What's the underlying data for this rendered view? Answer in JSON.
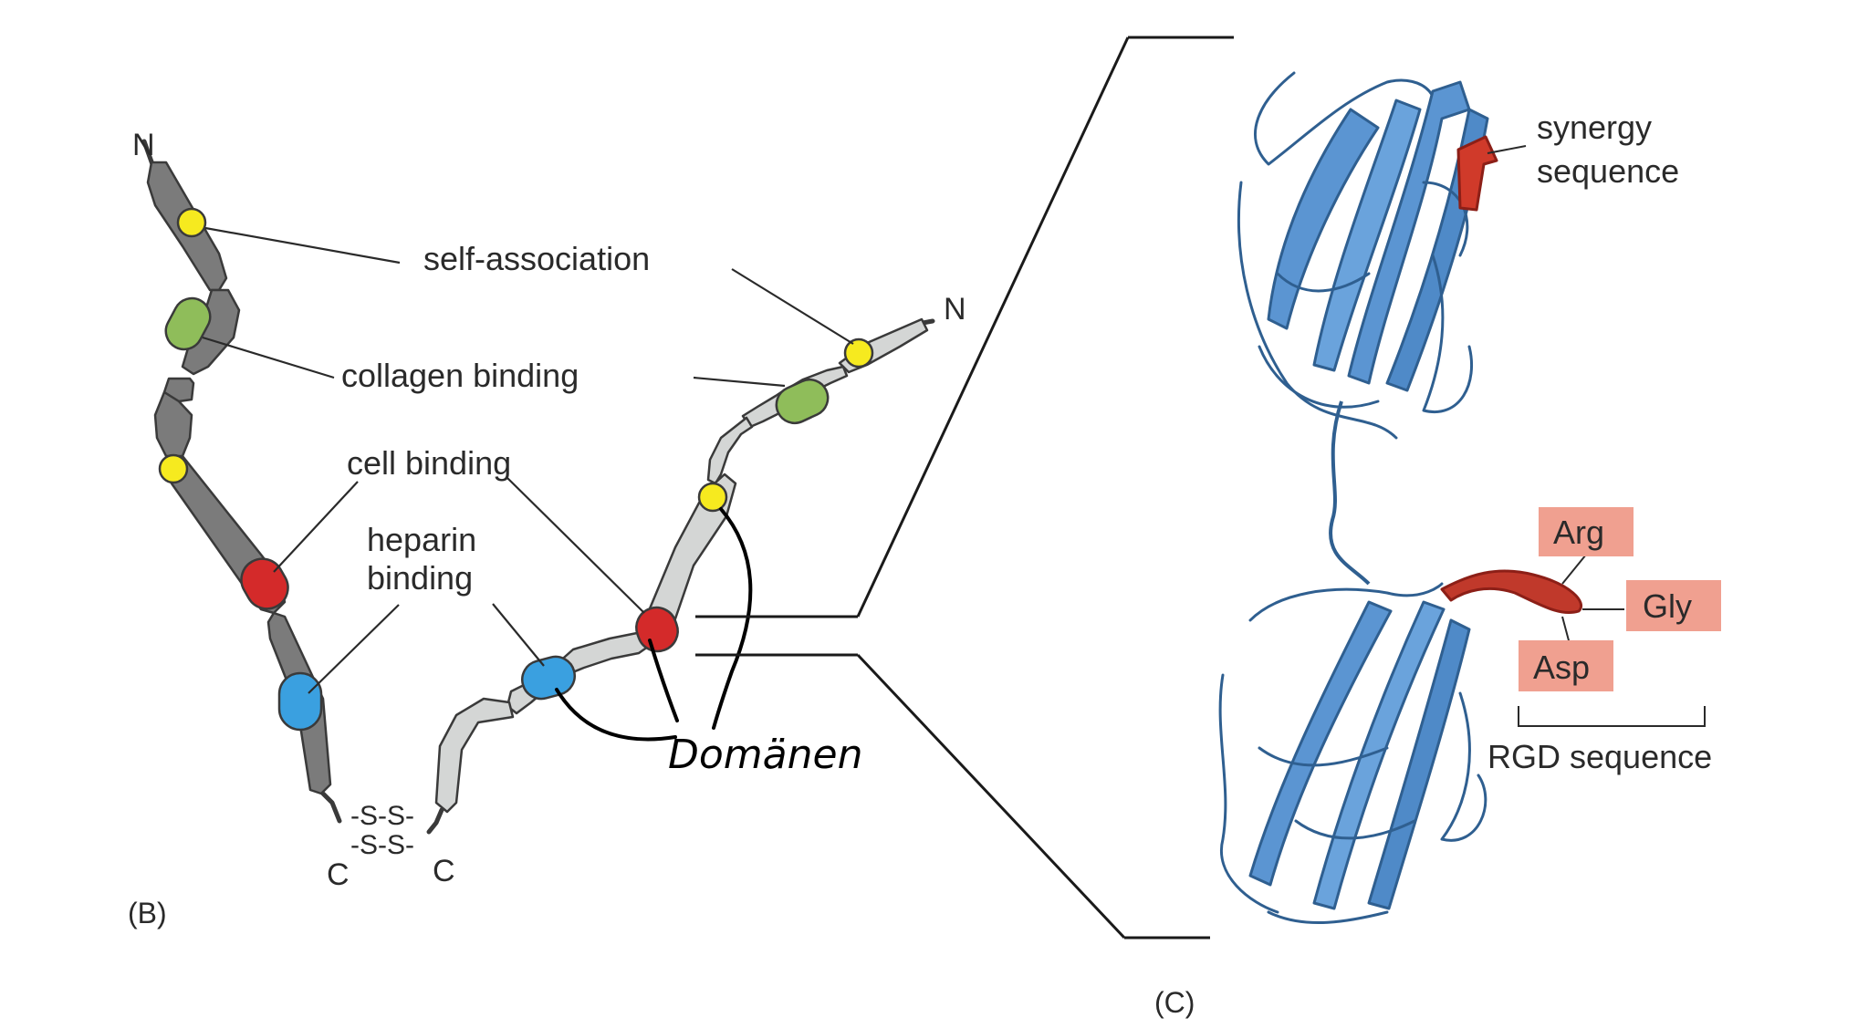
{
  "panel_b": {
    "panel_label": "(B)",
    "n_left": "N",
    "n_right": "N",
    "c_left": "C",
    "c_right": "C",
    "disulfide_top": "-S-S-",
    "disulfide_bottom": "-S-S-",
    "labels": {
      "self_association": "self-association",
      "collagen_binding": "collagen binding",
      "cell_binding": "cell binding",
      "heparin_line1": "heparin",
      "heparin_line2": "binding"
    },
    "handwritten_note": "Domänen"
  },
  "panel_c": {
    "panel_label": "(C)",
    "synergy_line1": "synergy",
    "synergy_line2": "sequence",
    "arg": "Arg",
    "gly": "Gly",
    "asp": "Asp",
    "rgd_sequence": "RGD sequence"
  },
  "colors": {
    "dark_chain": "#7b7b7b",
    "light_chain": "#d4d6d5",
    "yellow_site": "#f6ea1f",
    "green_site": "#8fbd5a",
    "red_site": "#d42a2a",
    "blue_site": "#3aa0e0",
    "protein_blue": "#5b95d2",
    "rgd_box": "#f0a090"
  }
}
